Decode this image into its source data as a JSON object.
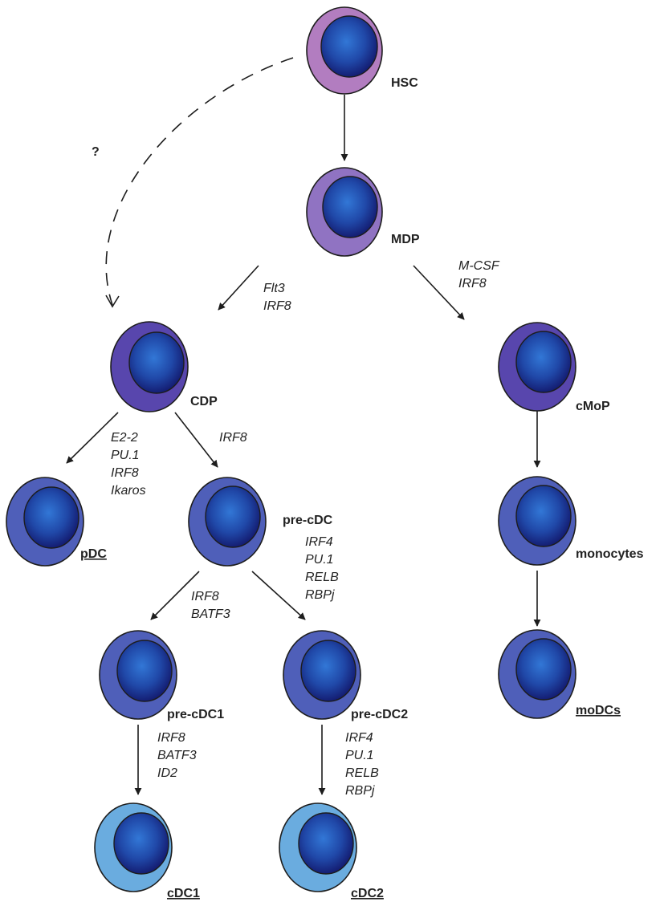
{
  "colors": {
    "hsc": "#b27dc0",
    "mdp": "#9073c2",
    "cdp": "#5846ad",
    "cmop": "#5846ad",
    "mid": "#4f5fb9",
    "light": "#6aacdf",
    "nucleus_center": "#2f6fd0",
    "nucleus_edge": "#13186b",
    "stroke": "#1d1d1d"
  },
  "cells": {
    "hsc": {
      "label": "HSC",
      "color": "hsc",
      "icon": "stem-cell-icon"
    },
    "mdp": {
      "label": "MDP",
      "color": "mdp",
      "icon": "progenitor-cell-icon"
    },
    "cdp": {
      "label": "CDP",
      "color": "cdp",
      "icon": "progenitor-cell-icon"
    },
    "cmop": {
      "label": "cMoP",
      "color": "cmop",
      "icon": "progenitor-cell-icon"
    },
    "pdc": {
      "label": "pDC",
      "color": "mid",
      "underline": true,
      "icon": "dendritic-cell-icon"
    },
    "pre_cdc": {
      "label": "pre-cDC",
      "color": "mid",
      "icon": "precursor-cell-icon"
    },
    "monocytes": {
      "label": "monocytes",
      "color": "mid",
      "icon": "monocyte-icon"
    },
    "pre_cdc1": {
      "label": "pre-cDC1",
      "color": "mid",
      "icon": "precursor-cell-icon"
    },
    "pre_cdc2": {
      "label": "pre-cDC2",
      "color": "mid",
      "icon": "precursor-cell-icon"
    },
    "modcs": {
      "label": "moDCs",
      "color": "mid",
      "underline": true,
      "icon": "dendritic-cell-icon"
    },
    "cdc1": {
      "label": "cDC1",
      "color": "light",
      "underline": true,
      "icon": "dendritic-cell-icon"
    },
    "cdc2": {
      "label": "cDC2",
      "color": "light",
      "underline": true,
      "icon": "dendritic-cell-icon"
    }
  },
  "factors": {
    "mdp_to_cdp": [
      "Flt3",
      "IRF8"
    ],
    "mdp_to_cmop": [
      "M-CSF",
      "IRF8"
    ],
    "cdp_to_pdc": [
      "E2-2",
      "PU.1",
      "IRF8",
      "Ikaros"
    ],
    "cdp_to_pre_cdc": [
      "IRF8"
    ],
    "pre_cdc_to_pre_cdc2": [
      "IRF4",
      "PU.1",
      "RELB",
      "RBPj"
    ],
    "pre_cdc_to_pre_cdc1": [
      "IRF8",
      "BATF3"
    ],
    "pre_cdc1_to_cdc1": [
      "IRF8",
      "BATF3",
      "ID2"
    ],
    "pre_cdc2_to_cdc2": [
      "IRF4",
      "PU.1",
      "RELB",
      "RBPj"
    ]
  },
  "uncertain_path_label": "?"
}
